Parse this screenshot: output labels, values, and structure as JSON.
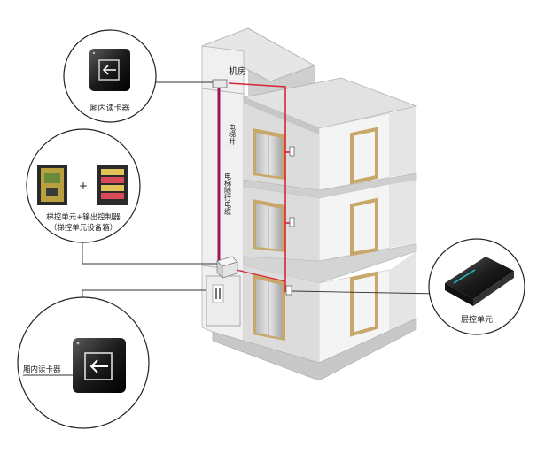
{
  "labels": {
    "machine_room": "机房",
    "shaft": "电梯井",
    "traveling_cable": "电梯随行电缆",
    "card_reader_top": "厢内读卡器",
    "controller_line1": "梯控单元+输出控制器",
    "controller_line2": "（梯控单元设备箱）",
    "card_reader_bottom": "厢内读卡器",
    "floor_unit": "层控单元"
  },
  "colors": {
    "cable_magenta": "#a0155a",
    "link_red": "#d8263a",
    "door_frame": "#c8a86a",
    "building_gray": "#d9d9d9",
    "building_dark": "#b9b9b9",
    "leader_line": "#333333"
  },
  "icons": {
    "reader": "card-reader-icon",
    "controller": "controller-box-icon",
    "io": "output-controller-icon",
    "floor_unit": "floor-unit-device-icon"
  },
  "plus_sign": "+"
}
